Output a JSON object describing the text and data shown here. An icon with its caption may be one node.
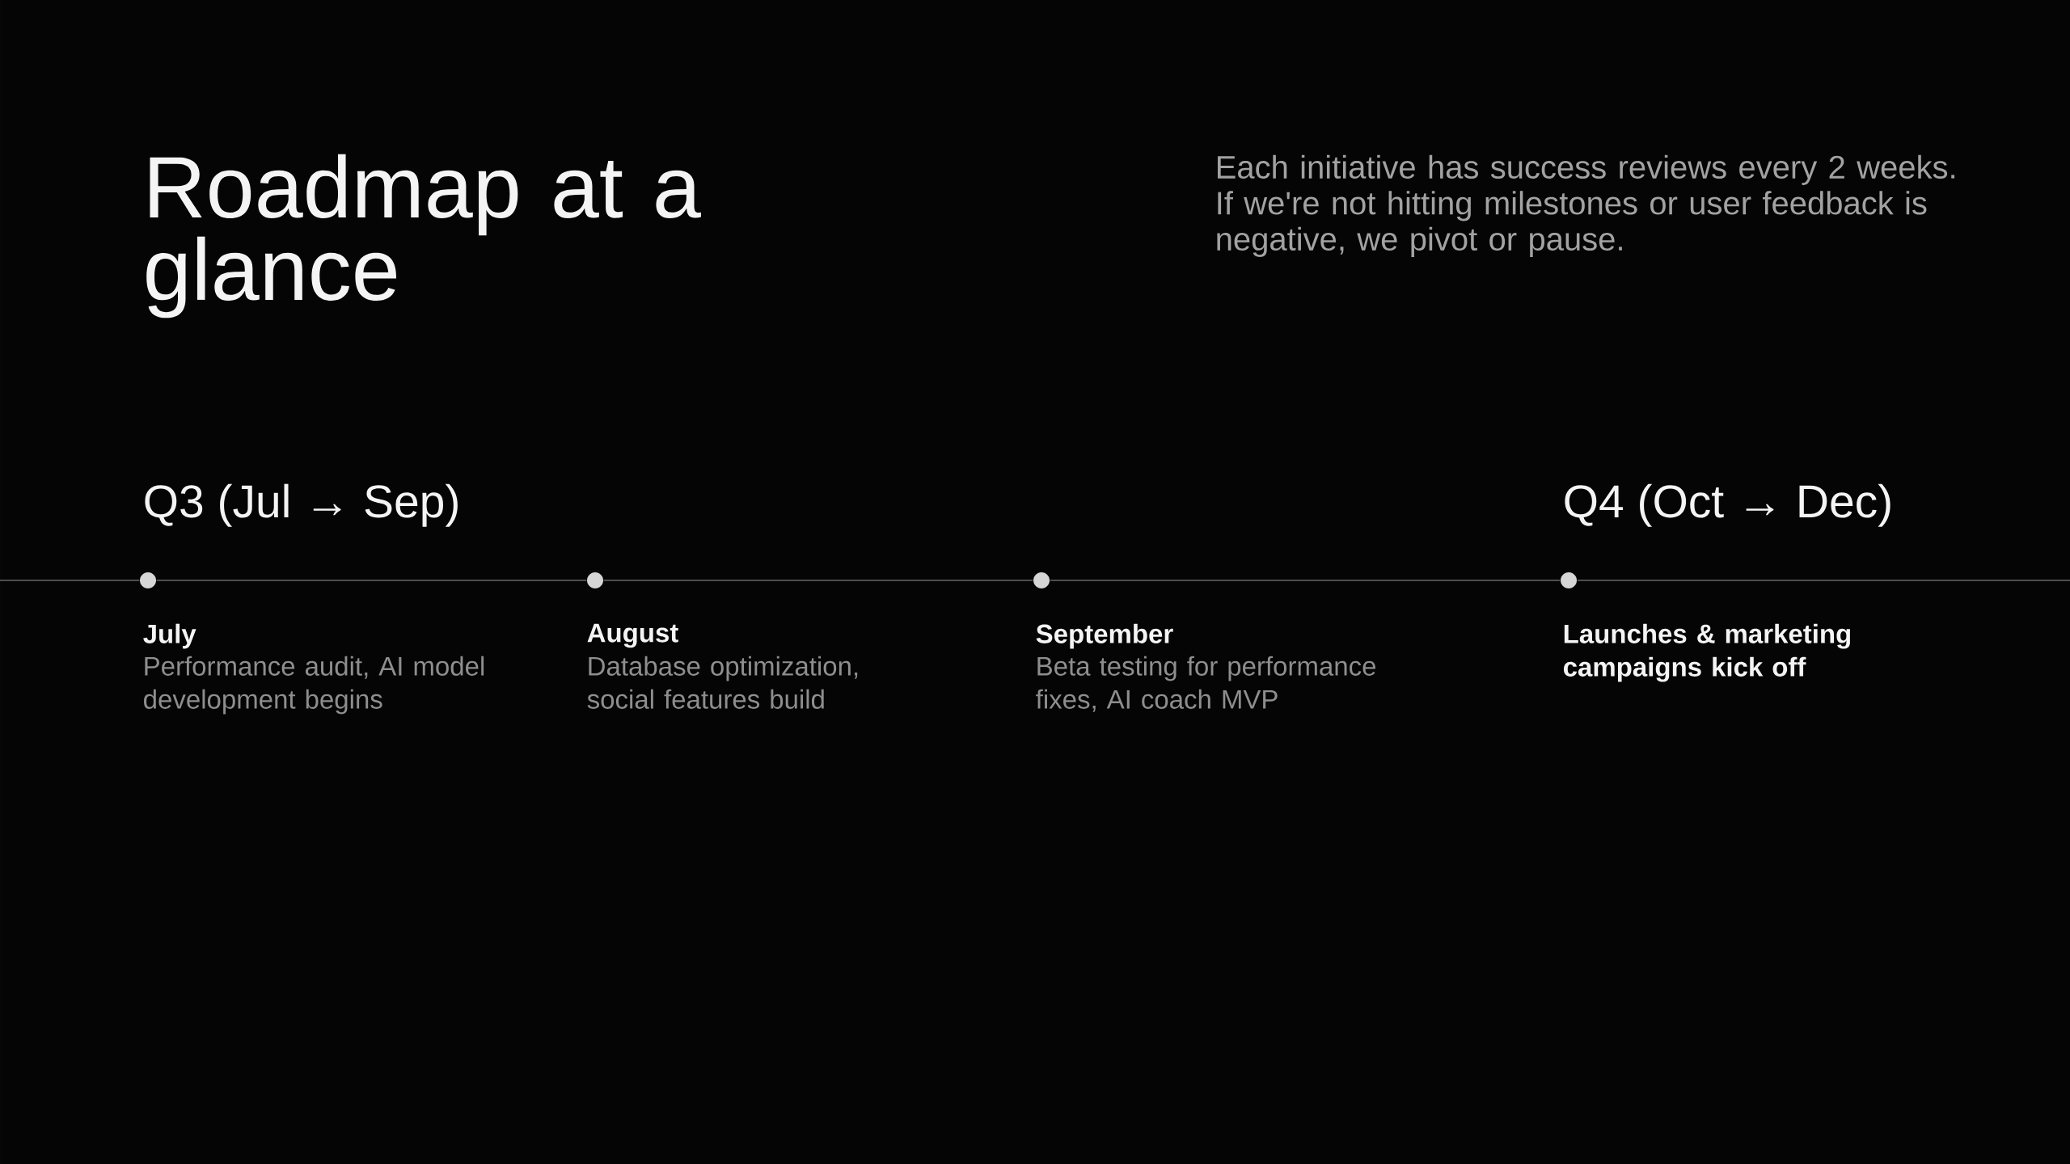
{
  "diagram": {
    "title": "Roadmap at a glance",
    "nodes": [
      {
        "text": [],
        "shape": "circle",
        "beside": [
          "July",
          "Performance audit, AI model development begins"
        ]
      },
      {
        "text": [],
        "shape": "circle",
        "beside": [
          "August",
          "Database optimization, social features build"
        ]
      },
      {
        "text": [],
        "shape": "circle",
        "beside": [
          "September",
          "Beta testing for performance fixes, AI coach MVP"
        ]
      },
      {
        "text": [],
        "shape": "circle",
        "beside": [
          "Launches & marketing campaigns kick off"
        ]
      }
    ],
    "edges": [
      {
        "from": null,
        "to": 0,
        "arrow": "none"
      },
      {
        "from": 0,
        "to": 1,
        "arrow": "none"
      },
      {
        "from": 1,
        "to": 2,
        "arrow": "none"
      },
      {
        "from": 2,
        "to": 3,
        "arrow": "none"
      },
      {
        "from": 3,
        "to": null,
        "arrow": "none"
      }
    ],
    "labels": [
      "Each initiative has success reviews every 2 weeks. If we're not hitting milestones or user feedback is negative, we pivot or pause.",
      "Q3 (Jul → Sep)",
      "Q4 (Oct → Dec)"
    ]
  }
}
